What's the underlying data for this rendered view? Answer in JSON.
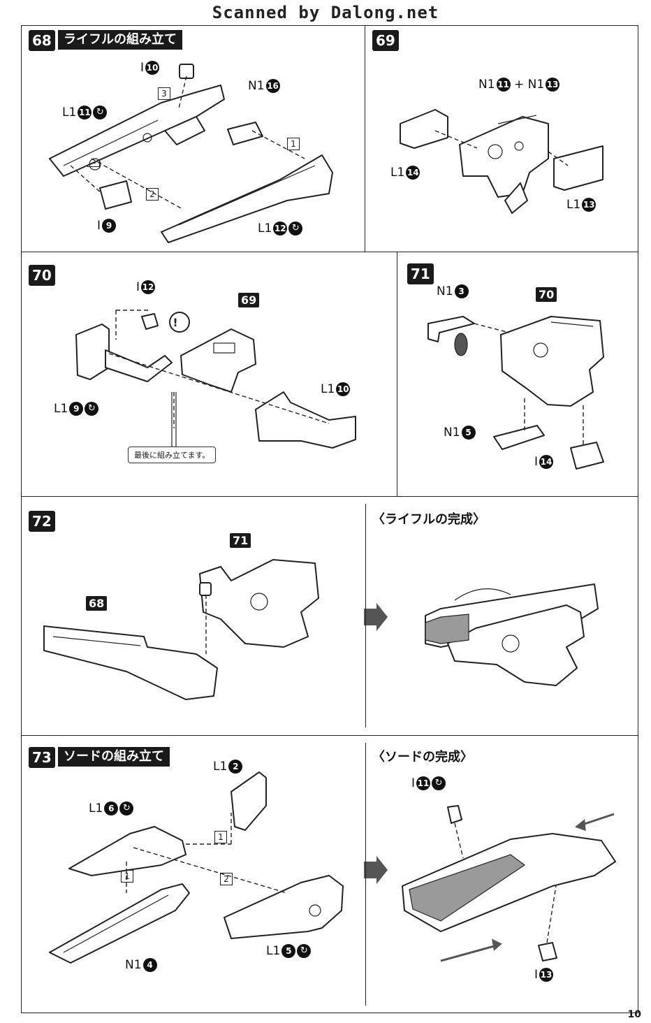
{
  "header": {
    "scan_credit": "Scanned by Dalong.net"
  },
  "steps": {
    "s68": {
      "number": "68",
      "title": "ライフルの組み立て",
      "callouts": {
        "i10": "I",
        "l1_11": "L1",
        "n1_16": "N1",
        "i9": "I",
        "l1_12": "L1"
      },
      "nums": {
        "i10": "10",
        "l1_11": "11",
        "n1_16": "16",
        "i9": "9",
        "l1_12": "12"
      },
      "order": [
        "3",
        "1",
        "2",
        "1"
      ]
    },
    "s69": {
      "number": "69",
      "callouts": {
        "n1_pair_a": "N1",
        "plus": "+",
        "n1_pair_b": "N1",
        "l1_14": "L1",
        "l1_13": "L1"
      },
      "nums": {
        "n1_a": "11",
        "n1_b": "13",
        "l1_14": "14",
        "l1_13": "13"
      }
    },
    "s70": {
      "number": "70",
      "ref": "69",
      "note": "最後に組み立てます。",
      "callouts": {
        "i12": "I",
        "l1_9": "L1",
        "l1_10": "L1"
      },
      "nums": {
        "i12": "12",
        "l1_9": "9",
        "l1_10": "10"
      }
    },
    "s71": {
      "number": "71",
      "ref": "70",
      "callouts": {
        "n1_3": "N1",
        "n1_5": "N1",
        "i14": "I"
      },
      "nums": {
        "n1_3": "3",
        "n1_5": "5",
        "i14": "14"
      }
    },
    "s72": {
      "number": "72",
      "ref_a": "68",
      "ref_b": "71",
      "complete_title": "〈ライフルの完成〉"
    },
    "s73": {
      "number": "73",
      "title": "ソードの組み立て",
      "complete_title": "〈ソードの完成〉",
      "callouts": {
        "l1_2": "L1",
        "l1_6": "L1",
        "n1_4": "N1",
        "l1_5": "L1",
        "i11": "I",
        "i13": "I"
      },
      "nums": {
        "l1_2": "2",
        "l1_6": "6",
        "n1_4": "4",
        "l1_5": "5",
        "i11": "11",
        "i13": "13"
      },
      "order": [
        "1",
        "1",
        "2"
      ]
    }
  },
  "footer": {
    "page_number": "10"
  }
}
